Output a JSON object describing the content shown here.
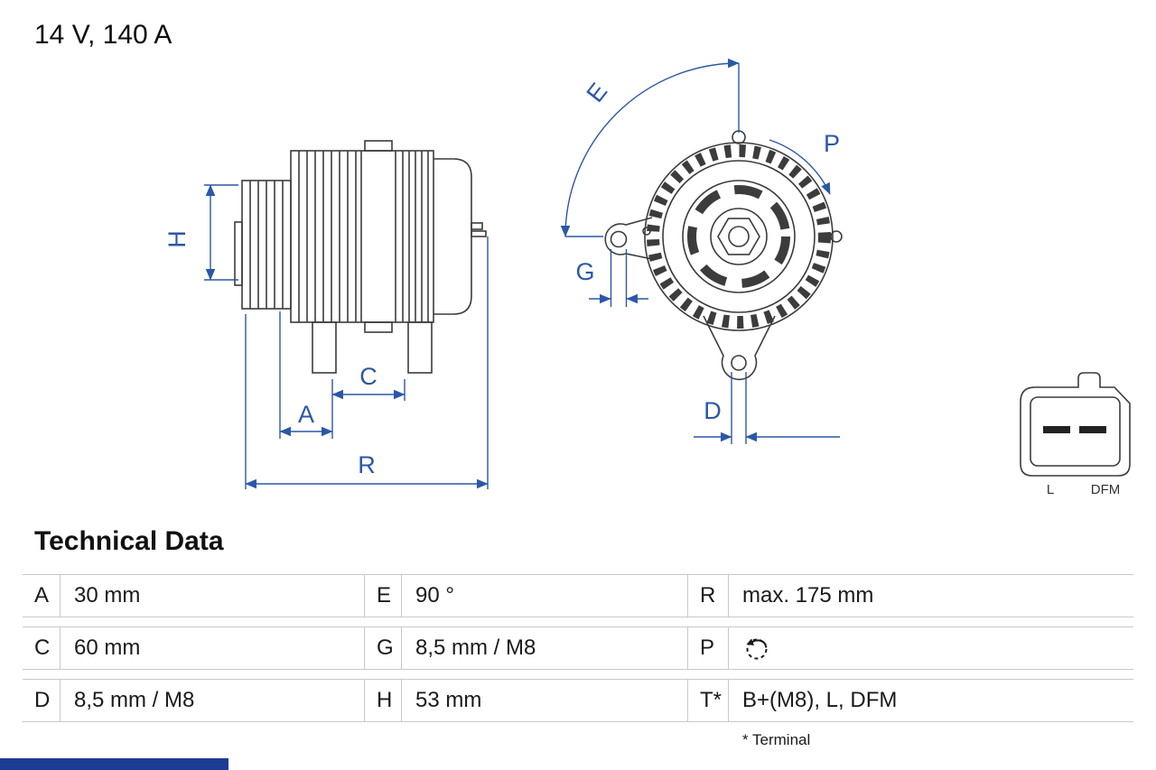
{
  "header": {
    "rating": "14 V, 140 A"
  },
  "diagram": {
    "dimension_labels": {
      "H": "H",
      "A": "A",
      "C": "C",
      "R": "R",
      "E": "E",
      "G": "G",
      "P": "P",
      "D": "D"
    },
    "connector": {
      "left_label": "L",
      "right_label": "DFM"
    },
    "icons": {
      "rotation_icon": "counterclockwise-rotation-icon"
    },
    "colors": {
      "dimension_blue": "#2b57a7",
      "drawing_gray": "#3c3c3c",
      "accent_bar_blue": "#1d3c94",
      "table_border": "#c9c9c9"
    }
  },
  "technical_data": {
    "title": "Technical Data",
    "rows": [
      {
        "cells": [
          {
            "key": "A",
            "value": "30 mm"
          },
          {
            "key": "E",
            "value": "90 °"
          },
          {
            "key": "R",
            "value": "max. 175 mm"
          }
        ]
      },
      {
        "cells": [
          {
            "key": "C",
            "value": "60 mm"
          },
          {
            "key": "G",
            "value": "8,5 mm / M8"
          },
          {
            "key": "P",
            "value": "",
            "icon": "rotation-direction-icon"
          }
        ]
      },
      {
        "cells": [
          {
            "key": "D",
            "value": "8,5 mm / M8"
          },
          {
            "key": "H",
            "value": "53 mm"
          },
          {
            "key": "T*",
            "value": "B+(M8), L, DFM"
          }
        ]
      }
    ],
    "footnote": "* Terminal"
  }
}
